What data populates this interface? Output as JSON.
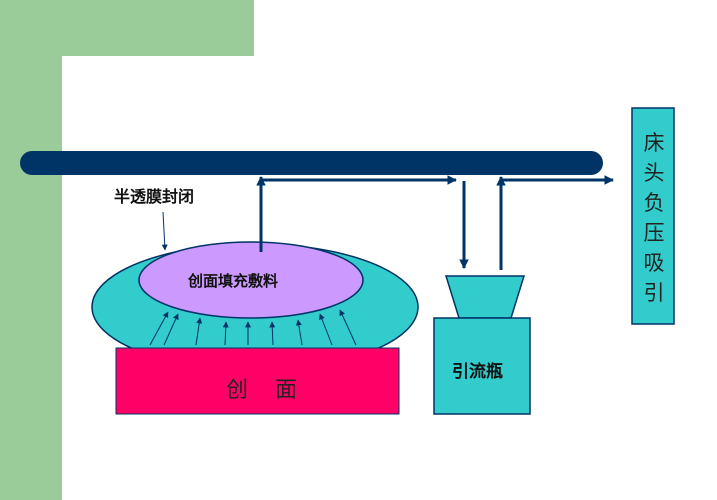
{
  "labels": {
    "membrane": "半透膜封闭",
    "filler": "创面填充敷料",
    "wound": "创 面",
    "bottle": "引流瓶",
    "suction": "床头负压吸引"
  },
  "colors": {
    "background_green": "#99cc99",
    "tube": "#003366",
    "dressing": "#33cccc",
    "filler": "#cc99ff",
    "wound": "#ff0066",
    "bottle": "#33cccc"
  }
}
